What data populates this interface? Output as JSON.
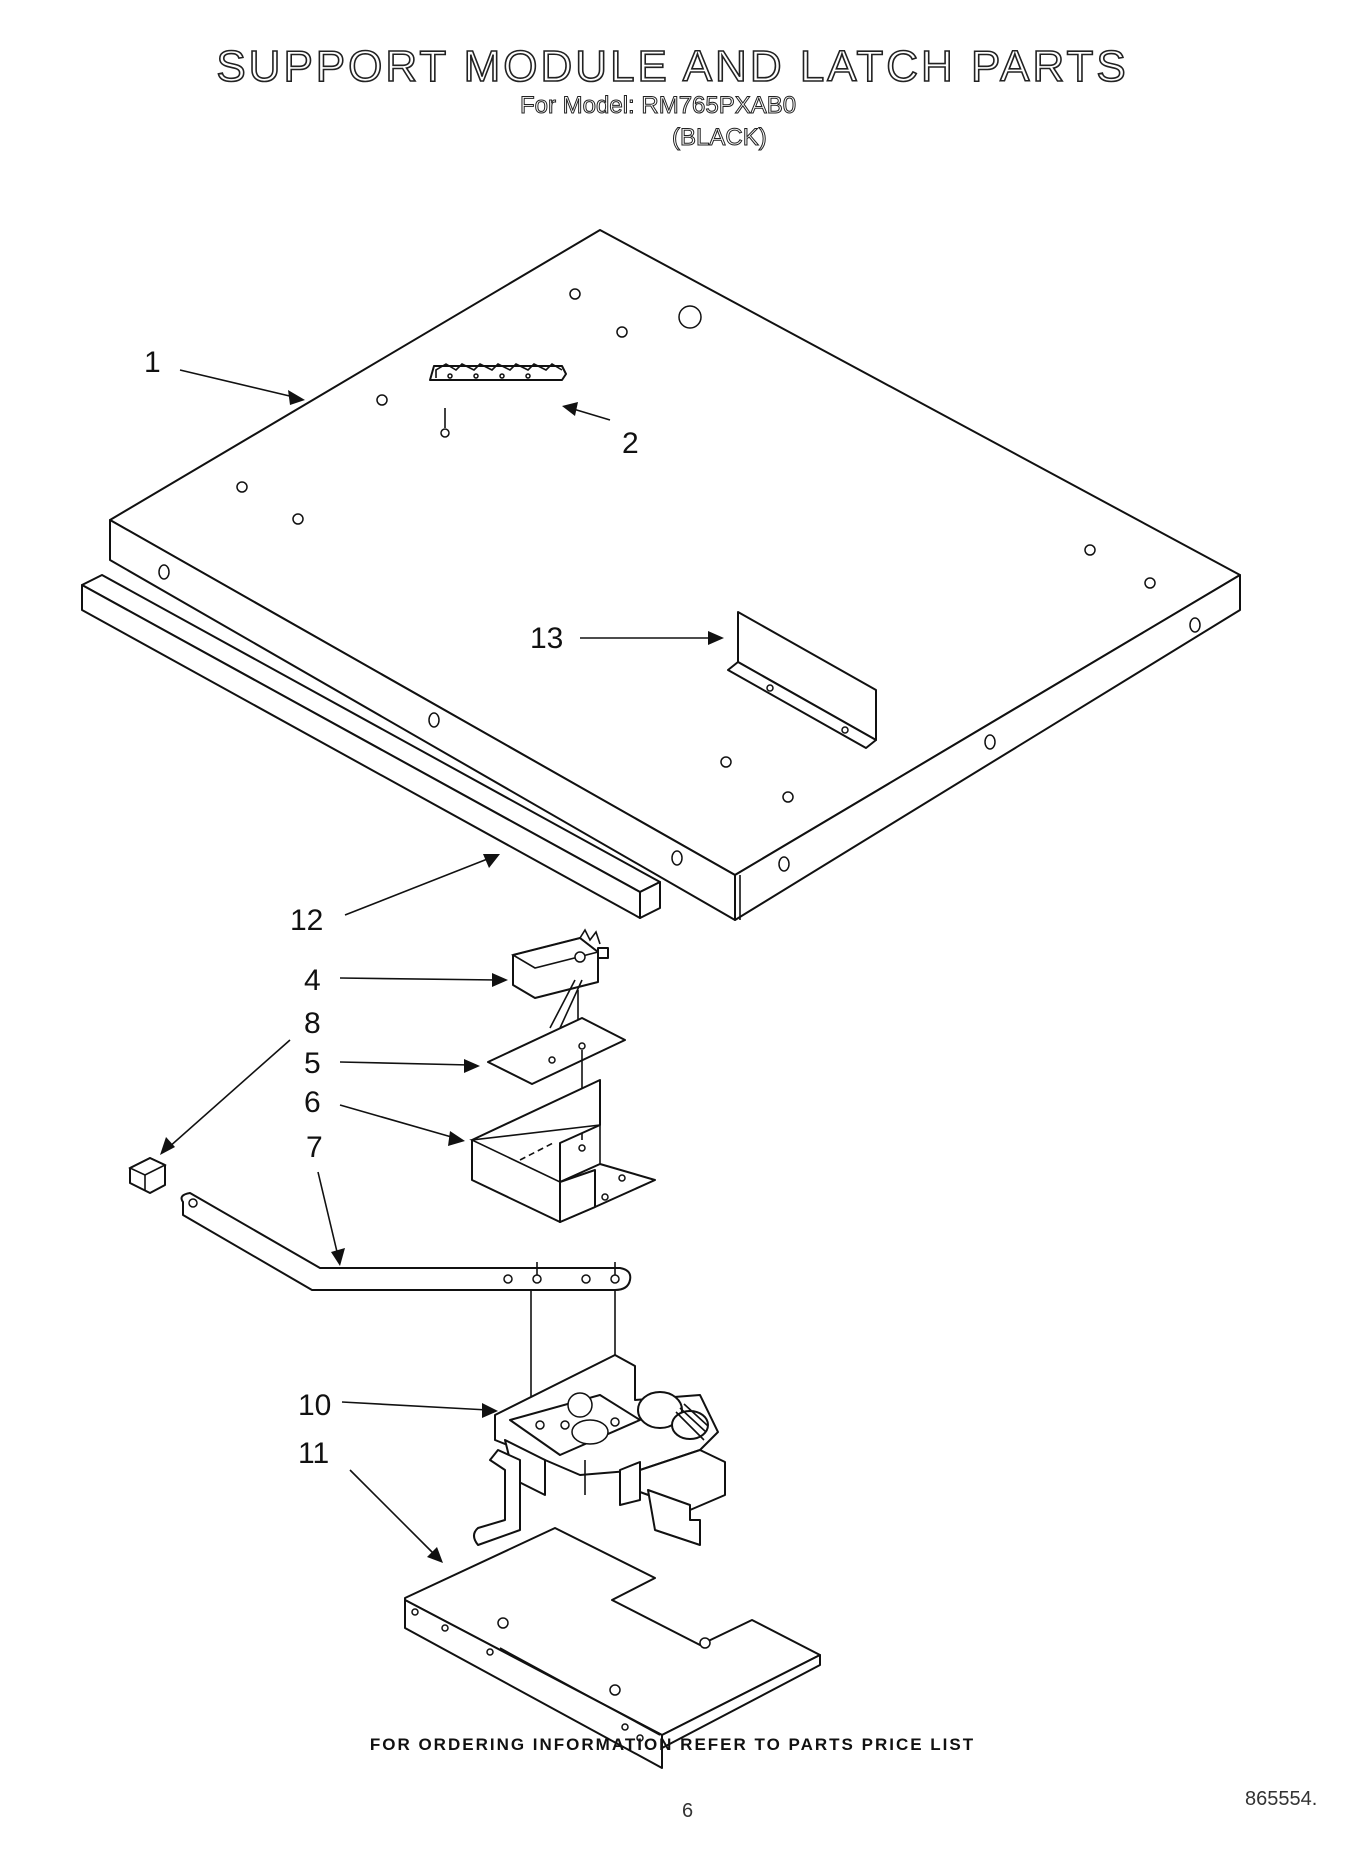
{
  "header": {
    "title": "SUPPORT MODULE AND LATCH PARTS",
    "model_line": "For Model: RM765PXAB0",
    "variant": "(BLACK)"
  },
  "callouts": [
    {
      "id": "1",
      "label": "1"
    },
    {
      "id": "2",
      "label": "2"
    },
    {
      "id": "13",
      "label": "13"
    },
    {
      "id": "12",
      "label": "12"
    },
    {
      "id": "4",
      "label": "4"
    },
    {
      "id": "8",
      "label": "8"
    },
    {
      "id": "5",
      "label": "5"
    },
    {
      "id": "6",
      "label": "6"
    },
    {
      "id": "7",
      "label": "7"
    },
    {
      "id": "10",
      "label": "10"
    },
    {
      "id": "11",
      "label": "11"
    }
  ],
  "footer": {
    "ordering_note": "FOR ORDERING INFORMATION REFER TO PARTS PRICE LIST",
    "page_number": "6",
    "document_number": "865554."
  }
}
